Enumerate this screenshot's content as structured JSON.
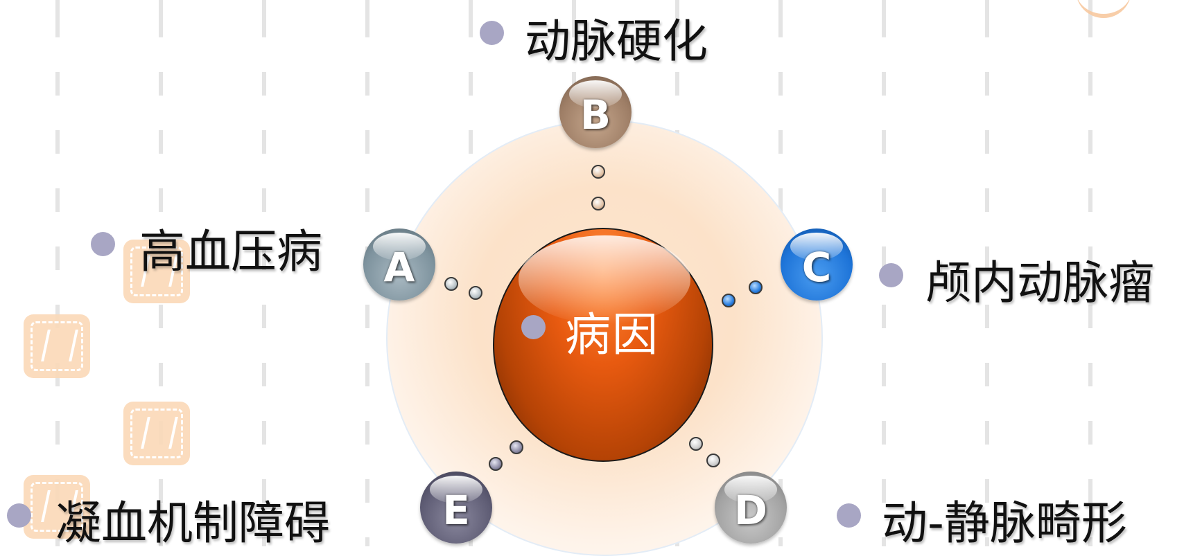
{
  "diagram": {
    "center_label": "病因",
    "nodes": [
      {
        "letter": "A",
        "label": "高血压病"
      },
      {
        "letter": "B",
        "label": "动脉硬化"
      },
      {
        "letter": "C",
        "label": "颅内动脉瘤"
      },
      {
        "letter": "D",
        "label": "动-静脉畸形"
      },
      {
        "letter": "E",
        "label": "凝血机制障碍"
      }
    ]
  },
  "colors": {
    "core": "#e85a10",
    "bullet": "#a8a6c4",
    "halo": "#fce2c9",
    "node_a": "#7e939e",
    "node_b": "#9e7e66",
    "node_c": "#1e74d8",
    "node_d": "#a2a2a2",
    "node_e": "#5e5c74"
  }
}
